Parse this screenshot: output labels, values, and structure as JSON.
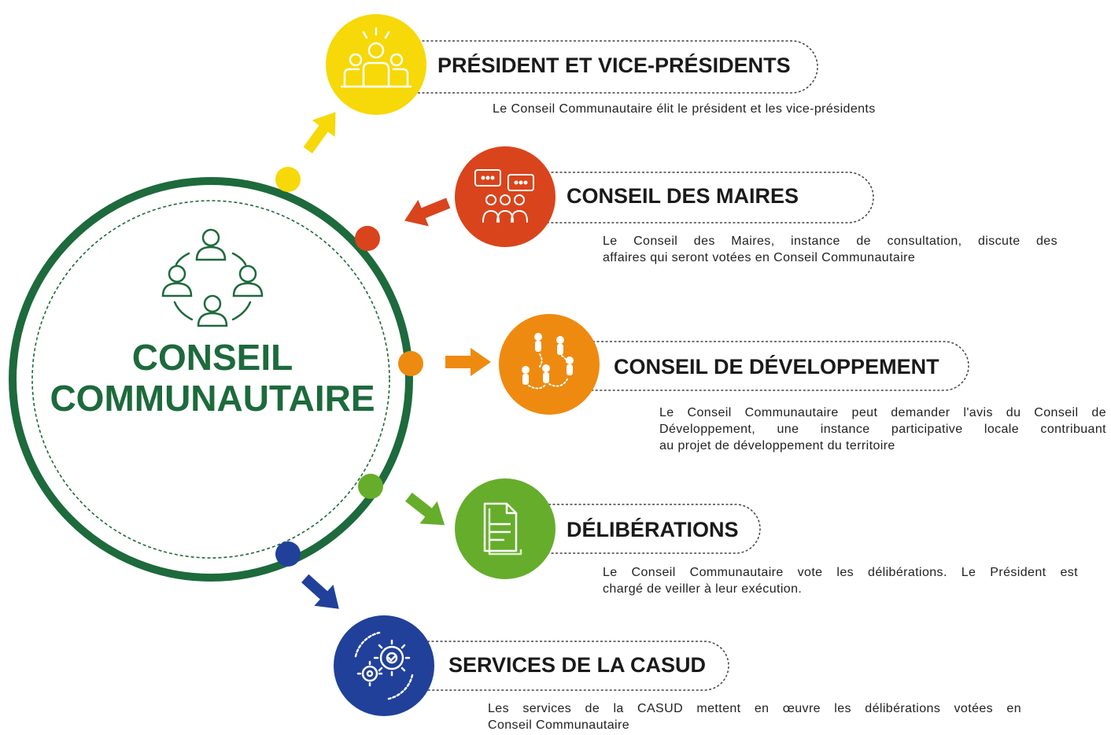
{
  "center": {
    "title_line1": "CONSEIL",
    "title_line2": "COMMUNAUTAIRE",
    "icon": "people-network-icon",
    "color": "#1d6a3c"
  },
  "nodes": [
    {
      "id": "president",
      "title": "PRÉSIDENT ET VICE-PRÉSIDENTS",
      "description": [
        "Le Conseil Communautaire élit le président et les vice-présidents"
      ],
      "color": "#f7d808",
      "icon": "leader-group-icon",
      "arrow": "outward"
    },
    {
      "id": "maires",
      "title": "CONSEIL DES MAIRES",
      "description": [
        "Le Conseil des Maires, instance de consultation, discute des",
        "affaires qui seront votées en Conseil Communautaire"
      ],
      "color": "#d9441c",
      "icon": "discussion-group-icon",
      "arrow": "inward"
    },
    {
      "id": "developpement",
      "title": "CONSEIL DE DÉVELOPPEMENT",
      "description": [
        "Le Conseil Communautaire peut demander l'avis du Conseil de",
        "Développement, une instance participative locale contribuant",
        "au projet de développement du territoire"
      ],
      "color": "#ee8a10",
      "icon": "people-path-icon",
      "arrow": "outward"
    },
    {
      "id": "deliberations",
      "title": "DÉLIBÉRATIONS",
      "description": [
        "Le Conseil Communautaire vote les délibérations. Le Président est",
        "chargé de veiller à leur exécution."
      ],
      "color": "#66ad2b",
      "icon": "document-icon",
      "arrow": "outward"
    },
    {
      "id": "services",
      "title": "SERVICES DE LA CASUD",
      "description": [
        "Les services de la CASUD mettent en œuvre les délibérations votées en",
        "Conseil Communautaire"
      ],
      "color": "#20409a",
      "icon": "gears-icon",
      "arrow": "outward"
    }
  ]
}
